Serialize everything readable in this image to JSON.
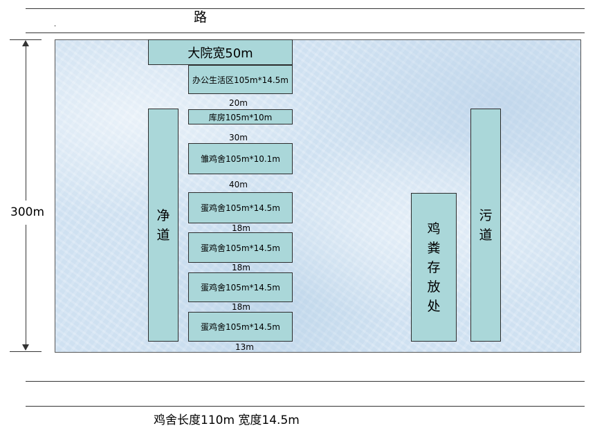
{
  "road": {
    "label": "路",
    "dot": "."
  },
  "dimension": {
    "height_label": "300m"
  },
  "yard": {
    "label": "大院宽50m"
  },
  "office": {
    "label": "办公生活区105m*14.5m"
  },
  "warehouse": {
    "label": "库房105m*10m"
  },
  "chick_house": {
    "label": "雏鸡舍105m*10.1m"
  },
  "layer_houses": [
    {
      "label": "蛋鸡舍105m*14.5m"
    },
    {
      "label": "蛋鸡舍105m*14.5m"
    },
    {
      "label": "蛋鸡舍105m*14.5m"
    },
    {
      "label": "蛋鸡舍105m*14.5m"
    }
  ],
  "gaps": [
    "20m",
    "30m",
    "40m",
    "18m",
    "18m",
    "18m",
    "13m"
  ],
  "clean_road": {
    "chars": [
      "净",
      "道"
    ]
  },
  "dirty_road": {
    "chars": [
      "污",
      "道"
    ]
  },
  "manure_storage": {
    "chars": [
      "鸡",
      "粪",
      "存",
      "放",
      "处"
    ]
  },
  "footer": {
    "text": "鸡舍长度110m 宽度14.5m"
  },
  "colors": {
    "building_fill": "#aad7d9",
    "site_background": "#d2e3f2",
    "outline": "#2b2b2b"
  }
}
